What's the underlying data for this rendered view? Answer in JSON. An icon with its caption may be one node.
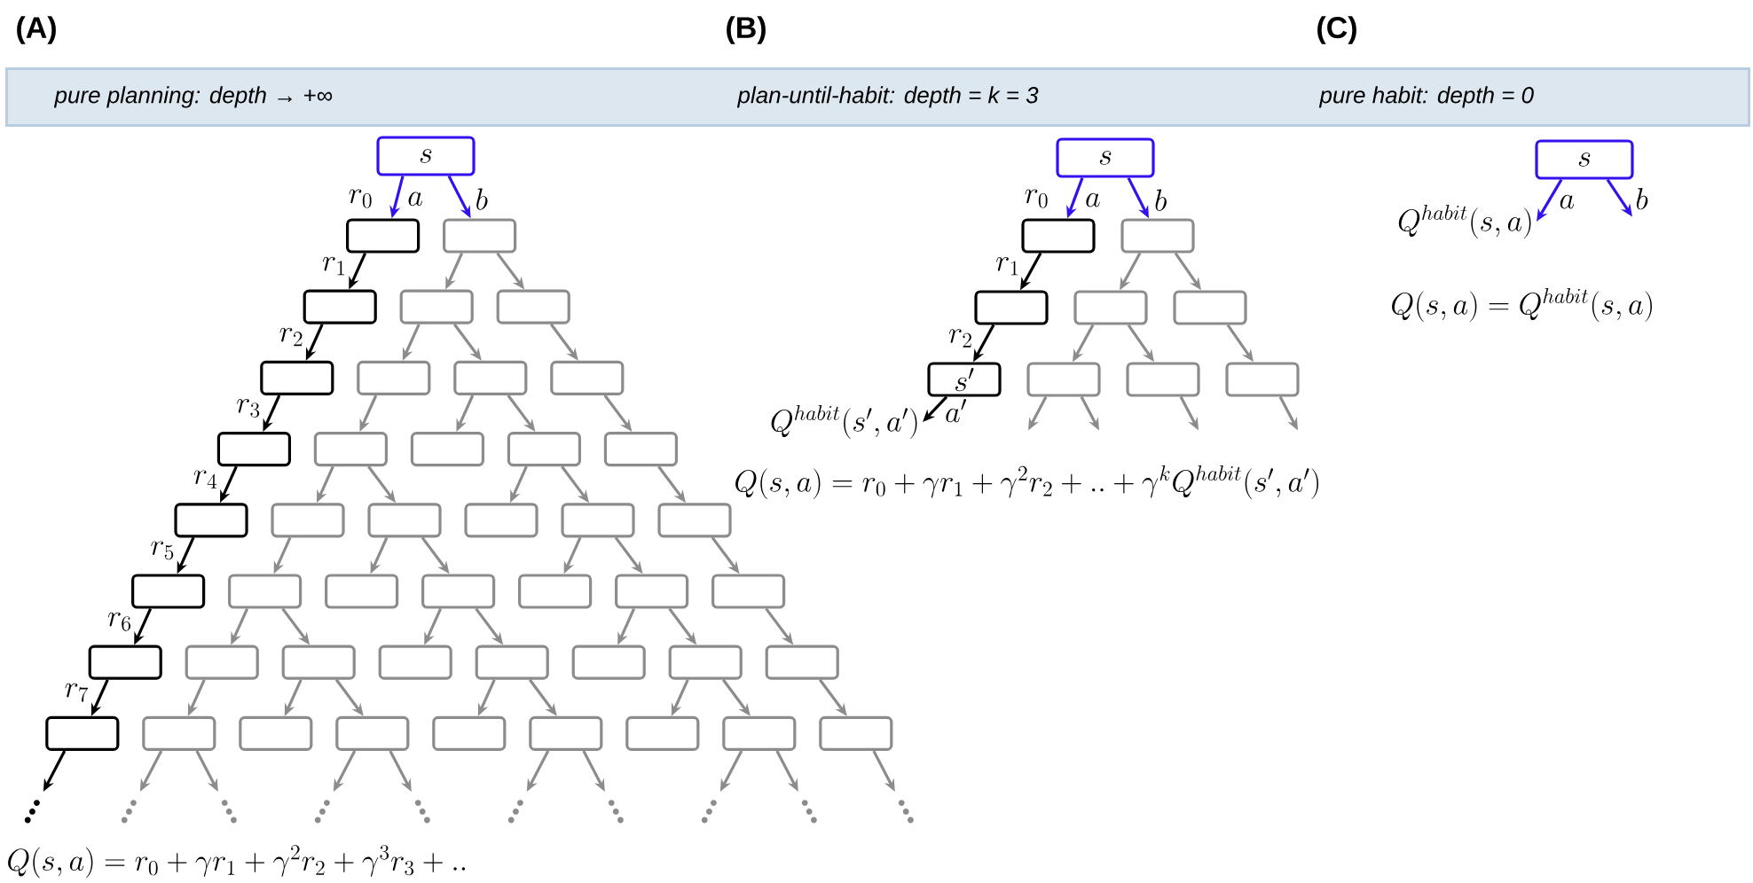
{
  "diagram": {
    "nodes": [
      {
        "text": [
          "pure planning: depth → +∞",
          "plan-until-habit: depth = k = 3",
          "pure habit: depth = 0"
        ]
      },
      {
        "text": [
          "s"
        ]
      },
      {
        "text": [],
        "shape": "box"
      },
      {
        "text": [],
        "shape": "box"
      },
      {
        "text": [],
        "shape": "box"
      },
      {
        "text": [],
        "shape": "box"
      },
      {
        "text": [],
        "shape": "box"
      },
      {
        "text": [],
        "shape": "box"
      },
      {
        "text": [],
        "shape": "box"
      },
      {
        "text": [],
        "shape": "box"
      },
      {
        "text": [],
        "shape": "box"
      },
      {
        "text": [],
        "shape": "box"
      },
      {
        "text": [],
        "shape": "box"
      },
      {
        "text": [],
        "shape": "box"
      },
      {
        "text": [],
        "shape": "box"
      },
      {
        "text": [],
        "shape": "box"
      },
      {
        "text": [],
        "shape": "box"
      },
      {
        "text": [],
        "shape": "box"
      },
      {
        "text": [],
        "shape": "box"
      },
      {
        "text": [],
        "shape": "box"
      },
      {
        "text": [],
        "shape": "box"
      },
      {
        "text": [],
        "shape": "box"
      },
      {
        "text": [],
        "shape": "box"
      },
      {
        "text": [],
        "shape": "box"
      },
      {
        "text": [],
        "shape": "box"
      },
      {
        "text": [],
        "shape": "box"
      },
      {
        "text": [],
        "shape": "box"
      },
      {
        "text": [],
        "shape": "box"
      },
      {
        "text": [],
        "shape": "box"
      },
      {
        "text": [],
        "shape": "box"
      },
      {
        "text": [],
        "shape": "box"
      },
      {
        "text": [],
        "shape": "box"
      },
      {
        "text": [],
        "shape": "box"
      },
      {
        "text": [],
        "shape": "box"
      },
      {
        "text": [],
        "shape": "box"
      },
      {
        "text": [],
        "shape": "box"
      },
      {
        "text": [],
        "shape": "box"
      },
      {
        "text": [],
        "shape": "box"
      },
      {
        "text": [],
        "shape": "box"
      },
      {
        "text": [],
        "shape": "box"
      },
      {
        "text": [],
        "shape": "box"
      },
      {
        "text": [],
        "shape": "box"
      },
      {
        "text": [],
        "shape": "box"
      },
      {
        "text": [],
        "shape": "box"
      },
      {
        "text": [],
        "shape": "box"
      },
      {
        "text": [],
        "shape": "box"
      },
      {
        "text": [
          "s"
        ]
      },
      {
        "text": [],
        "shape": "box"
      },
      {
        "text": [],
        "shape": "box"
      },
      {
        "text": [],
        "shape": "box"
      },
      {
        "text": [],
        "shape": "box"
      },
      {
        "text": [],
        "shape": "box"
      },
      {
        "text": [
          "s'"
        ]
      },
      {
        "text": [],
        "shape": "box"
      },
      {
        "text": [],
        "shape": "box"
      },
      {
        "text": [],
        "shape": "box"
      },
      {
        "text": [
          "s"
        ]
      },
      {
        "text": [
          "Q^{habit}(s',a')"
        ]
      },
      {
        "text": [
          "Q^{habit}(s,a)"
        ]
      }
    ],
    "edges": [
      {
        "from": 1,
        "to": 2,
        "arrow": "to",
        "label": "a",
        "color": "#3311ee"
      },
      {
        "from": 1,
        "to": 3,
        "arrow": "to",
        "label": "b",
        "color": "#3311ee"
      },
      {
        "from": 2,
        "to": 4,
        "arrow": "to",
        "label": "r_1",
        "color": "#000000"
      },
      {
        "from": 3,
        "to": 5,
        "arrow": "to"
      },
      {
        "from": 3,
        "to": 6,
        "arrow": "to"
      },
      {
        "from": 4,
        "to": 7,
        "arrow": "to",
        "label": "r_2",
        "color": "#000000"
      },
      {
        "from": 5,
        "to": 8,
        "arrow": "to"
      },
      {
        "from": 5,
        "to": 9,
        "arrow": "to"
      },
      {
        "from": 6,
        "to": 10,
        "arrow": "to"
      },
      {
        "from": 7,
        "to": 11,
        "arrow": "to",
        "label": "r_3",
        "color": "#000000"
      },
      {
        "from": 8,
        "to": 12,
        "arrow": "to"
      },
      {
        "from": 9,
        "to": 13,
        "arrow": "to"
      },
      {
        "from": 9,
        "to": 14,
        "arrow": "to"
      },
      {
        "from": 10,
        "to": 15,
        "arrow": "to"
      },
      {
        "from": 11,
        "to": 16,
        "arrow": "to",
        "label": "r_4",
        "color": "#000000"
      },
      {
        "from": 12,
        "to": 17,
        "arrow": "to"
      },
      {
        "from": 12,
        "to": 18,
        "arrow": "to"
      },
      {
        "from": 14,
        "to": 19,
        "arrow": "to"
      },
      {
        "from": 14,
        "to": 20,
        "arrow": "to"
      },
      {
        "from": 15,
        "to": 21,
        "arrow": "to"
      },
      {
        "from": 16,
        "to": 22,
        "arrow": "to",
        "label": "r_5",
        "color": "#000000"
      },
      {
        "from": 17,
        "to": 23,
        "arrow": "to"
      },
      {
        "from": 18,
        "to": 24,
        "arrow": "to"
      },
      {
        "from": 18,
        "to": 25,
        "arrow": "to"
      },
      {
        "from": 20,
        "to": 26,
        "arrow": "to"
      },
      {
        "from": 20,
        "to": 27,
        "arrow": "to"
      },
      {
        "from": 21,
        "to": 28,
        "arrow": "to"
      },
      {
        "from": 22,
        "to": 29,
        "arrow": "to",
        "label": "r_6",
        "color": "#000000"
      },
      {
        "from": 23,
        "to": 30,
        "arrow": "to"
      },
      {
        "from": 23,
        "to": 31,
        "arrow": "to"
      },
      {
        "from": 25,
        "to": 32,
        "arrow": "to"
      },
      {
        "from": 25,
        "to": 33,
        "arrow": "to"
      },
      {
        "from": 27,
        "to": 34,
        "arrow": "to"
      },
      {
        "from": 27,
        "to": 35,
        "arrow": "to"
      },
      {
        "from": 28,
        "to": 36,
        "arrow": "to"
      },
      {
        "from": 29,
        "to": 37,
        "arrow": "to",
        "label": "r_7",
        "color": "#000000"
      },
      {
        "from": 30,
        "to": 38,
        "arrow": "to"
      },
      {
        "from": 31,
        "to": 39,
        "arrow": "to"
      },
      {
        "from": 31,
        "to": 40,
        "arrow": "to"
      },
      {
        "from": 33,
        "to": 41,
        "arrow": "to"
      },
      {
        "from": 33,
        "to": 42,
        "arrow": "to"
      },
      {
        "from": 35,
        "to": 43,
        "arrow": "to"
      },
      {
        "from": 35,
        "to": 44,
        "arrow": "to"
      },
      {
        "from": 36,
        "to": 45,
        "arrow": "to"
      },
      {
        "from": 37,
        "to": null,
        "arrow": "to",
        "color": "#000000"
      },
      {
        "from": 38,
        "to": null,
        "arrow": "to"
      },
      {
        "from": 38,
        "to": null,
        "arrow": "to"
      },
      {
        "from": 40,
        "to": null,
        "arrow": "to"
      },
      {
        "from": 40,
        "to": null,
        "arrow": "to"
      },
      {
        "from": 42,
        "to": null,
        "arrow": "to"
      },
      {
        "from": 42,
        "to": null,
        "arrow": "to"
      },
      {
        "from": 44,
        "to": null,
        "arrow": "to"
      },
      {
        "from": 44,
        "to": null,
        "arrow": "to"
      },
      {
        "from": 45,
        "to": null,
        "arrow": "to"
      },
      {
        "from": 46,
        "to": 47,
        "arrow": "to",
        "label": "a",
        "color": "#3311ee"
      },
      {
        "from": 46,
        "to": 48,
        "arrow": "to",
        "label": "b",
        "color": "#3311ee"
      },
      {
        "from": 47,
        "to": 49,
        "arrow": "to",
        "label": "r_1",
        "color": "#000000"
      },
      {
        "from": 48,
        "to": 50,
        "arrow": "to"
      },
      {
        "from": 48,
        "to": 51,
        "arrow": "to"
      },
      {
        "from": 49,
        "to": 52,
        "arrow": "to",
        "label": "r_2",
        "color": "#000000"
      },
      {
        "from": 50,
        "to": 53,
        "arrow": "to"
      },
      {
        "from": 50,
        "to": 54,
        "arrow": "to"
      },
      {
        "from": 51,
        "to": 55,
        "arrow": "to"
      },
      {
        "from": 52,
        "to": 57,
        "arrow": "to",
        "label": "a'",
        "color": "#000000"
      },
      {
        "from": 53,
        "to": null,
        "arrow": "to"
      },
      {
        "from": 53,
        "to": null,
        "arrow": "to"
      },
      {
        "from": 54,
        "to": null,
        "arrow": "to"
      },
      {
        "from": 55,
        "to": null,
        "arrow": "to"
      },
      {
        "from": 56,
        "to": 58,
        "arrow": "to",
        "label": "a",
        "color": "#3311ee"
      },
      {
        "from": 56,
        "to": null,
        "arrow": "to",
        "label": "b",
        "color": "#3311ee"
      }
    ],
    "labels": [
      "(A)",
      "(B)",
      "(C)",
      "r_0",
      "r_0",
      "Q(s,a) = Q^{habit}(s,a)",
      "Q(s,a) = r_0 + \\gamma r_1 + \\gamma^2 r_2 + .. + \\gamma^k Q^{habit}(s',a')",
      "Q(s,a) = r_0 + \\gamma r_1 + \\gamma^2 r_2 + \\gamma^3 r_3 + .."
    ]
  }
}
